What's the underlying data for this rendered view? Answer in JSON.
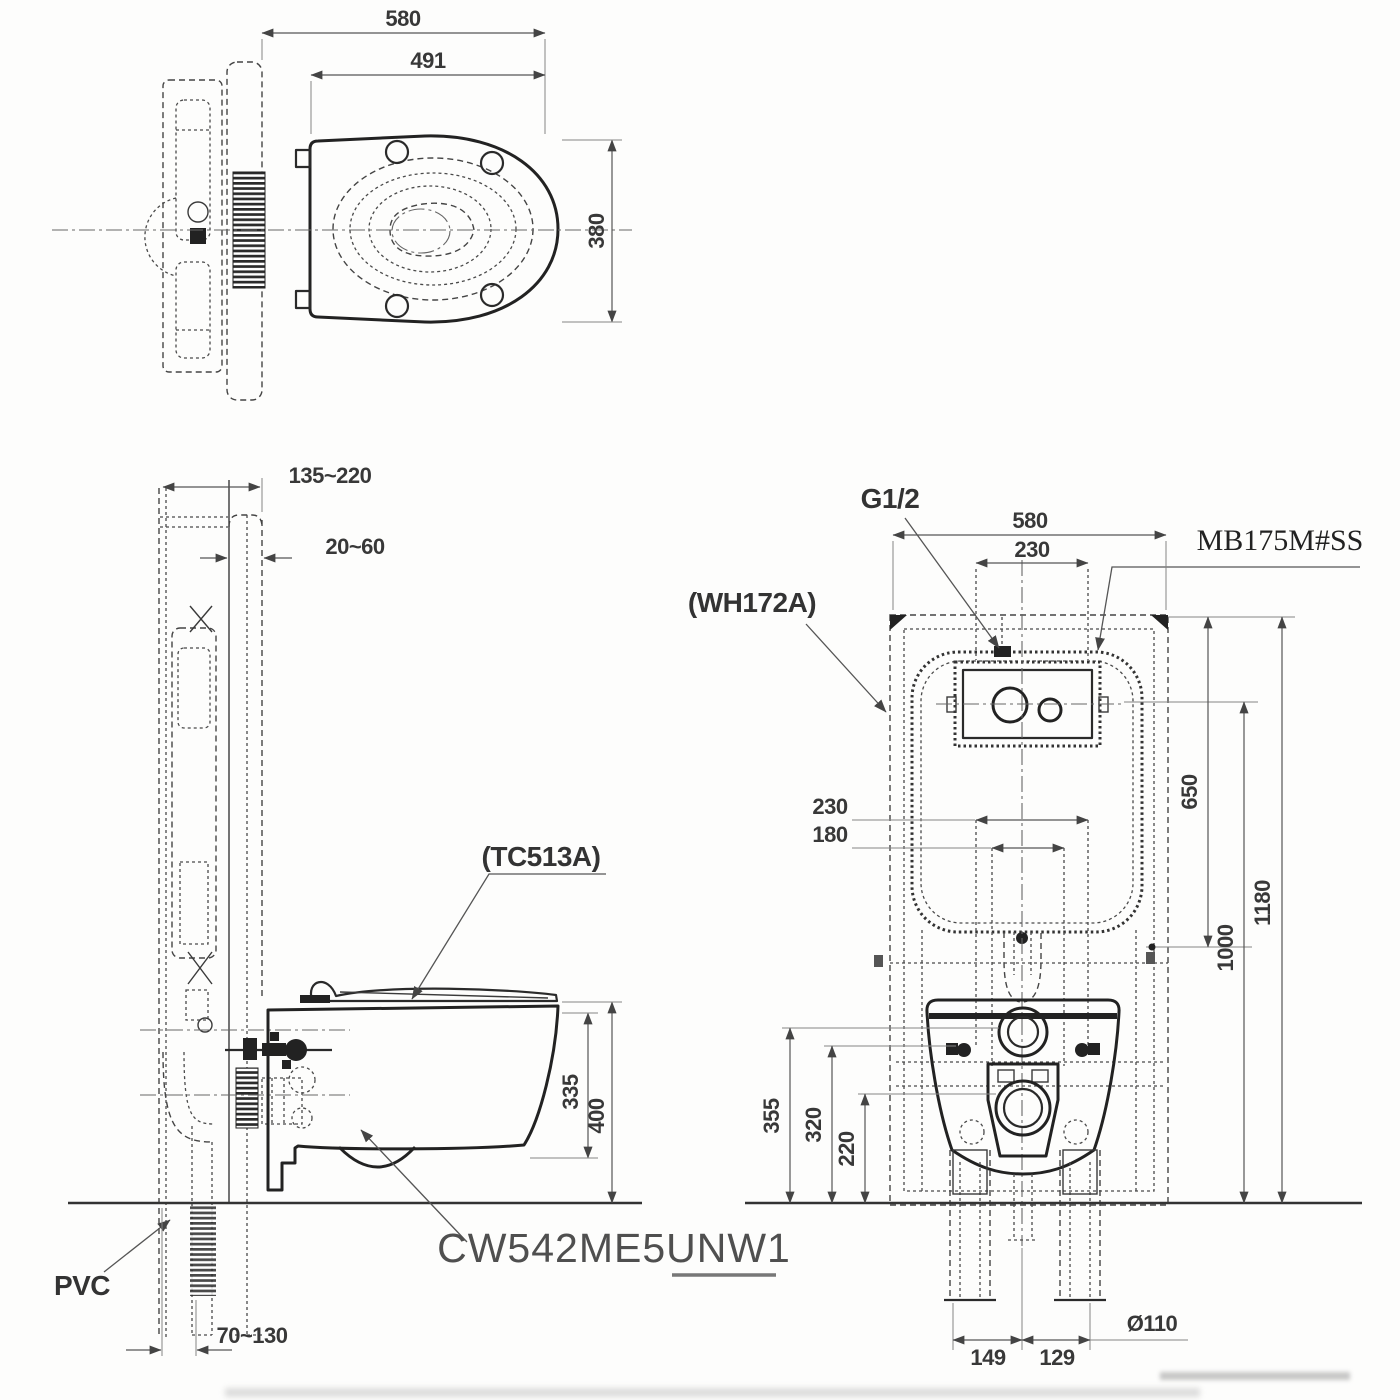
{
  "top_view": {
    "dims": {
      "overall_depth": "580",
      "seat_depth": "491",
      "seat_width": "380"
    }
  },
  "side_view": {
    "dims": {
      "frame_depth_range": "135~220",
      "finish_thickness_range": "20~60",
      "bowl_height": "335",
      "rim_height": "400",
      "outlet_offset_range": "70~130"
    },
    "labels": {
      "seat_model": "(TC513A)",
      "bowl_model": "CW542ME5UNW1",
      "pipe_material": "PVC"
    }
  },
  "front_view": {
    "dims": {
      "frame_width": "580",
      "button_span": "230",
      "bolt_span": "230",
      "fixing_span": "180",
      "tank_bottom_height": "650",
      "plate_center_height": "1000",
      "frame_height": "1180",
      "inlet_height": "355",
      "bolt_height": "320",
      "outlet_height": "220",
      "left_pipe_offset": "149",
      "right_pipe_offset": "129",
      "drain_diameter": "Ø110"
    },
    "labels": {
      "inlet_thread": "G1/2",
      "frame_model": "(WH172A)",
      "plate_model": "MB175M#SS"
    }
  }
}
